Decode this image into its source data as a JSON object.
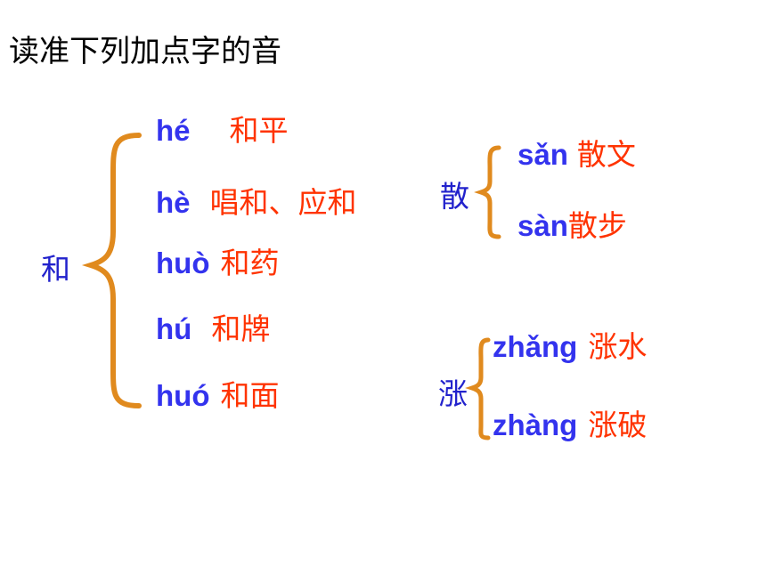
{
  "title": "读准下列加点字的音",
  "colors": {
    "pinyin": "#3333ee",
    "word": "#ff3300",
    "char": "#2222cc",
    "brace": "#e08a1e"
  },
  "groups": [
    {
      "char": "和",
      "items": [
        {
          "pinyin": "hé",
          "word": "和平"
        },
        {
          "pinyin": "hè",
          "word": "唱和、应和"
        },
        {
          "pinyin": "huò",
          "word": "和药"
        },
        {
          "pinyin": "hú",
          "word": "和牌"
        },
        {
          "pinyin": "huó",
          "word": "和面"
        }
      ]
    },
    {
      "char": "散",
      "items": [
        {
          "pinyin": "sǎn",
          "word": "散文"
        },
        {
          "pinyin": "sàn",
          "word": "散步"
        }
      ]
    },
    {
      "char": "涨",
      "items": [
        {
          "pinyin": "zhǎng",
          "word": "涨水"
        },
        {
          "pinyin": "zhàng",
          "word": "涨破"
        }
      ]
    }
  ]
}
